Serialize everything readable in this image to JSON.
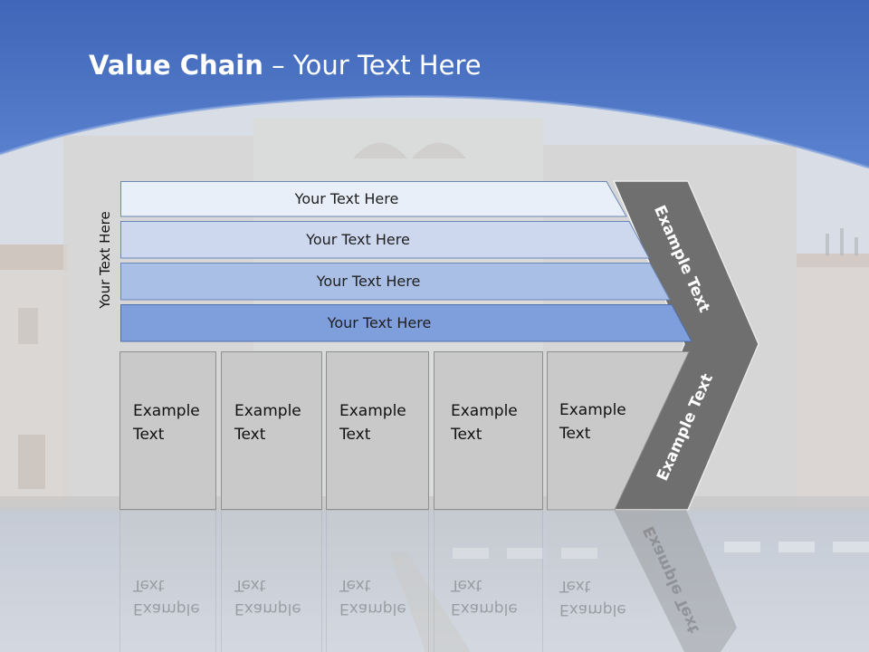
{
  "slide": {
    "title_bold": "Value Chain",
    "title_rest": " – Your Text Here",
    "side_label": "Your Text Here",
    "rows": [
      {
        "label": "Your Text Here",
        "color": "#e9eff9"
      },
      {
        "label": "Your Text Here",
        "color": "#cdd8ef"
      },
      {
        "label": "Your Text Here",
        "color": "#a9bfe6"
      },
      {
        "label": "Your Text Here",
        "color": "#7f9edc"
      }
    ],
    "boxes": [
      {
        "line1": "Example",
        "line2": "Text"
      },
      {
        "line1": "Example",
        "line2": "Text"
      },
      {
        "line1": "Example",
        "line2": "Text"
      },
      {
        "line1": "Example",
        "line2": "Text"
      },
      {
        "line1": "Example",
        "line2": "Text"
      }
    ],
    "chevron_upper_label": "Example Text",
    "chevron_lower_label": "Example Text",
    "colors": {
      "header_blue": "#4a72c4",
      "chevron_gray": "#6f6f6f",
      "box_gray": "#c9c9c9"
    }
  }
}
